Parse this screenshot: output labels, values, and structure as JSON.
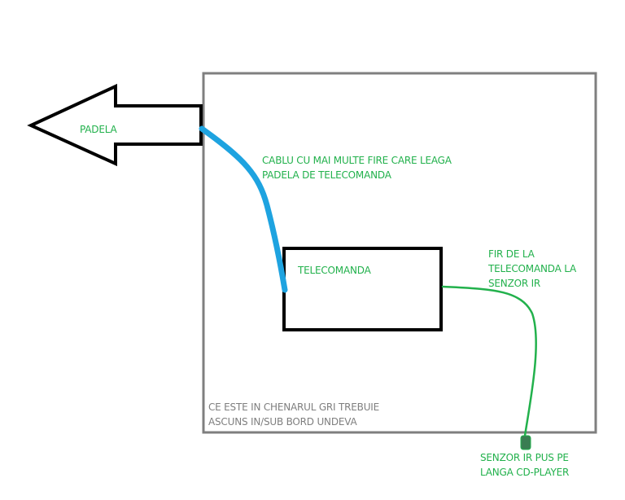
{
  "colors": {
    "frame": "#7f7f7f",
    "outline": "#000000",
    "cable": "#1ea3e0",
    "wire": "#22b14c",
    "sensor": "#3a7d52",
    "label_green": "#22b14c",
    "label_gray": "#7f7f7f"
  },
  "labels": {
    "paddle": "PADELA",
    "cable": [
      "CABLU CU MAI MULTE FIRE CARE LEAGA",
      "PADELA DE TELECOMANDA"
    ],
    "remote": "TELECOMANDA",
    "wire": [
      "FIR DE LA",
      "TELECOMANDA LA",
      "SENZOR IR"
    ],
    "hidden_note": [
      "CE ESTE IN CHENARUL GRI TREBUIE",
      "ASCUNS IN/SUB BORD UNDEVA"
    ],
    "sensor": [
      "SENZOR IR PUS PE",
      "LANGA CD-PLAYER"
    ]
  }
}
